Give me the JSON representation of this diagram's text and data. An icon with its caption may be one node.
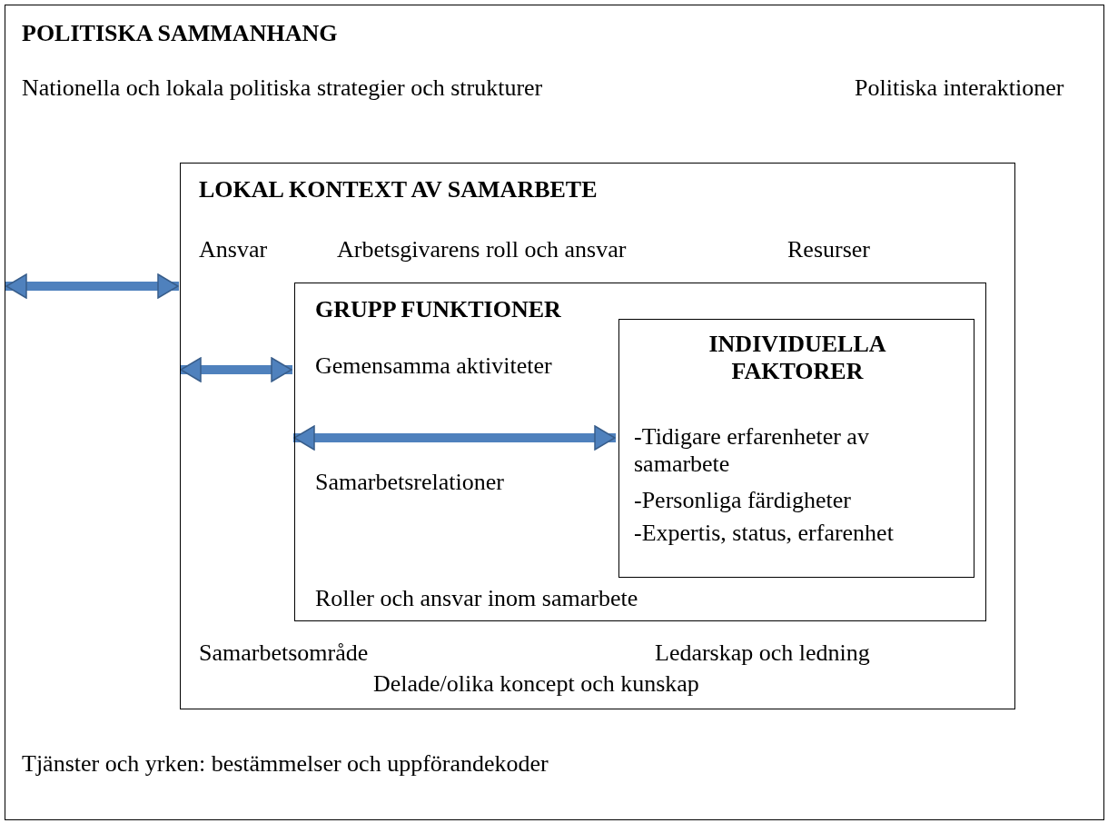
{
  "diagram": {
    "nodes": [
      {
        "text": [
          "POLITISKA SAMMANHANG",
          "Nationella och lokala politiska strategier och strukturer",
          "Politiska interaktioner",
          "Tjänster och yrken: bestämmelser och uppförandekoder"
        ]
      },
      {
        "text": [
          "LOKAL KONTEXT AV SAMARBETE",
          "Ansvar",
          "Arbetsgivarens roll och ansvar",
          "Resurser",
          "Samarbetsområde",
          "Ledarskap och ledning",
          "Delade/olika koncept och kunskap"
        ],
        "in": 0
      },
      {
        "text": [
          "GRUPP FUNKTIONER",
          "Gemensamma aktiviteter",
          "Samarbetsrelationer",
          "Roller och ansvar inom samarbete"
        ],
        "in": 1
      },
      {
        "text": [
          "INDIVIDUELLA FAKTORER",
          "-Tidigare erfarenheter av samarbete",
          "-Personliga färdigheter",
          "-Expertis, status, erfarenhet"
        ],
        "in": 2
      }
    ],
    "edges": [
      {
        "from": 0,
        "to": 1,
        "arrow": "both"
      },
      {
        "from": 1,
        "to": 2,
        "arrow": "both"
      },
      {
        "from": 2,
        "to": 3,
        "arrow": "both"
      }
    ]
  }
}
